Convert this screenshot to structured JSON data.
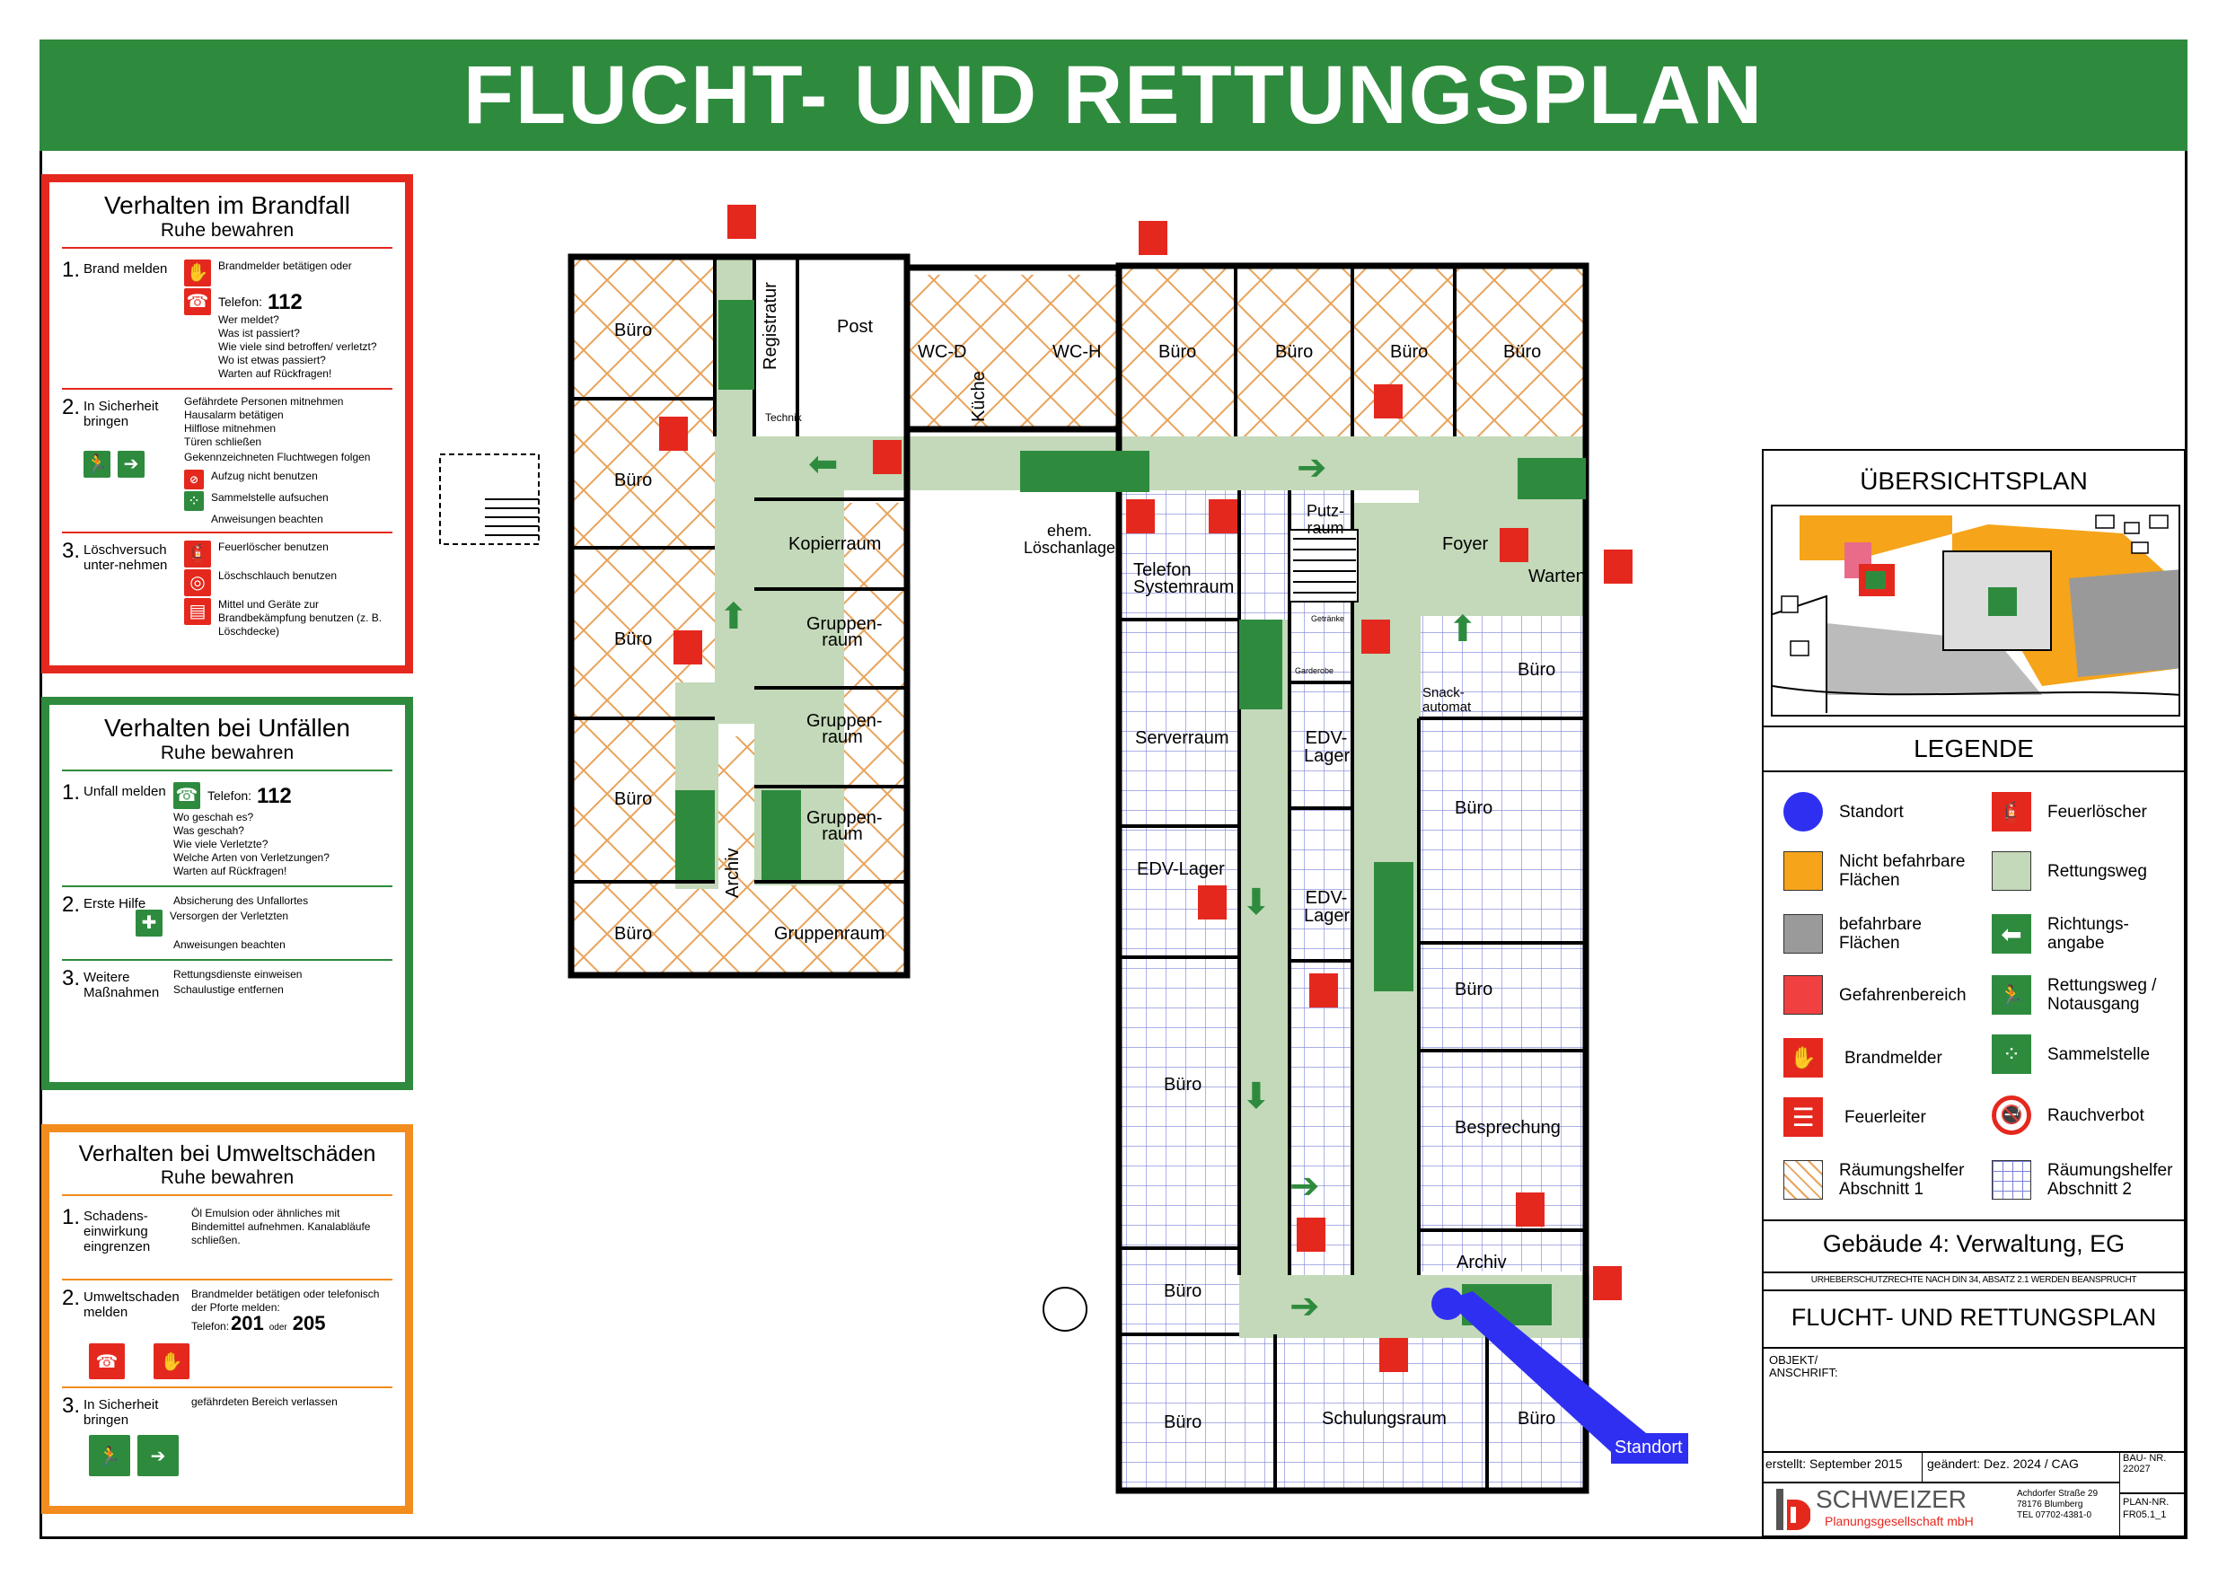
{
  "title": "FLUCHT- UND RETTUNGSPLAN",
  "colors": {
    "green": "#2e8b3e",
    "red": "#e5281e",
    "orange": "#f28c1e",
    "escape_route": "#c3d9b9",
    "standort": "#2f2ff2",
    "hatch_orange": "#e8a35a",
    "grid_blue": "#7a80d8"
  },
  "brandfall": {
    "title": "Verhalten im Brandfall",
    "subtitle": "Ruhe bewahren",
    "steps": [
      {
        "num": "1.",
        "label": "Brand melden",
        "lines": [
          "Brandmelder betätigen oder",
          "Telefon:",
          "112",
          "Wer meldet?",
          "Was ist passiert?",
          "Wie viele sind betroffen/ verletzt?",
          "Wo ist etwas passiert?",
          "Warten auf Rückfragen!"
        ]
      },
      {
        "num": "2.",
        "label": "In Sicherheit bringen",
        "lines": [
          "Gefährdete Personen mitnehmen",
          "Hausalarm betätigen",
          "Hilflose mitnehmen",
          "Türen schließen",
          "Gekennzeichneten Fluchtwegen folgen",
          "Aufzug nicht benutzen",
          "Sammelstelle aufsuchen",
          "Anweisungen beachten"
        ]
      },
      {
        "num": "3.",
        "label": "Löschversuch unter-nehmen",
        "lines": [
          "Feuerlöscher benutzen",
          "Löschschlauch benutzen",
          "Mittel und Geräte zur Brandbekämpfung benutzen (z. B. Löschdecke)"
        ]
      }
    ]
  },
  "unfaelle": {
    "title": "Verhalten bei Unfällen",
    "subtitle": "Ruhe bewahren",
    "steps": [
      {
        "num": "1.",
        "label": "Unfall melden",
        "lines": [
          "Telefon:",
          "112",
          "Wo geschah es?",
          "Was geschah?",
          "Wie viele Verletzte?",
          "Welche Arten von Verletzungen?",
          "Warten auf Rückfragen!"
        ]
      },
      {
        "num": "2.",
        "label": "Erste Hilfe",
        "lines": [
          "Absicherung des Unfallortes",
          "Versorgen der Verletzten",
          "Anweisungen beachten"
        ]
      },
      {
        "num": "3.",
        "label": "Weitere Maßnahmen",
        "lines": [
          "Rettungsdienste einweisen",
          "Schaulustige entfernen"
        ]
      }
    ]
  },
  "umwelt": {
    "title": "Verhalten bei Umweltschäden",
    "subtitle": "Ruhe bewahren",
    "steps": [
      {
        "num": "1.",
        "label": "Schadens-einwirkung eingrenzen",
        "lines": [
          "Öl Emulsion oder ähnliches mit Bindemittel aufnehmen. Kanalabläufe schließen."
        ]
      },
      {
        "num": "2.",
        "label": "Umweltschaden melden",
        "lines": [
          "Brandmelder betätigen oder telefonisch der Pforte melden:",
          "Telefon:",
          "201",
          "oder",
          "205"
        ]
      },
      {
        "num": "3.",
        "label": "In Sicherheit bringen",
        "lines": [
          "gefährdeten Bereich verlassen"
        ]
      }
    ]
  },
  "plan": {
    "rooms": [
      "Büro",
      "Büro",
      "Büro",
      "Büro",
      "Büro",
      "Registratur",
      "Post",
      "Technik",
      "WC-D",
      "WC-H",
      "Küche",
      "Büro",
      "Büro",
      "Büro",
      "Büro",
      "Kopierraum",
      "Gruppen-raum",
      "Gruppen-raum",
      "Gruppen-raum",
      "Gruppenraum",
      "Archiv",
      "ehem. Löschanlage",
      "Telefon Systemraum",
      "Putz-raum",
      "Foyer",
      "Warten",
      "Getränke",
      "Garderobe",
      "Snack-automat",
      "Serverraum",
      "EDV-Lager",
      "EDV-Lager",
      "EDV-Lager",
      "Büro",
      "Büro",
      "Büro",
      "Büro",
      "Besprechung",
      "Archiv",
      "Büro",
      "Büro",
      "Schulungsraum",
      "Büro"
    ],
    "standort_label": "Standort"
  },
  "right_panel": {
    "overview_title": "ÜBERSICHTSPLAN",
    "legend_title": "LEGENDE",
    "legend": [
      "Standort",
      "Feuerlöscher",
      "Nicht befahrbare Flächen",
      "Rettungsweg",
      "befahrbare Flächen",
      "Richtungs-angabe",
      "Gefahrenbereich",
      "Rettungsweg / Notausgang",
      "Brandmelder",
      "Sammelstelle",
      "Feuerleiter",
      "Rauchverbot",
      "Räumungshelfer Abschnitt 1",
      "Räumungshelfer Abschnitt 2"
    ],
    "building": "Gebäude 4: Verwaltung, EG",
    "copyright": "URHEBERSCHUTZRECHTE NACH DIN 34, ABSATZ 2.1 WERDEN BEANSPRUCHT",
    "plan_title": "FLUCHT- UND RETTUNGSPLAN",
    "objekt": "OBJEKT/ ANSCHRIFT:",
    "erstellt": "erstellt: September 2015",
    "geaendert": "geändert: Dez. 2024 / CAG",
    "bau_nr_label": "BAU- NR.",
    "bau_nr": "22027",
    "company": "SCHWEIZER",
    "company_sub": "Planungsgesellschaft mbH",
    "address1": "Achdorfer Straße 29",
    "address2": "78176 Blumberg",
    "tel": "TEL 07702-4381-0",
    "plan_nr_label": "PLAN-NR.",
    "plan_nr": "FR05.1_1"
  }
}
